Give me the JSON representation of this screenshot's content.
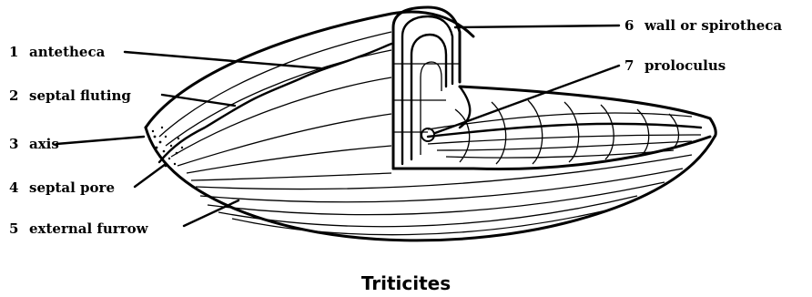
{
  "labels": {
    "l1": {
      "num": "1",
      "text": "antetheca"
    },
    "l2": {
      "num": "2",
      "text": "septal fluting"
    },
    "l3": {
      "num": "3",
      "text": "axis"
    },
    "l4": {
      "num": "4",
      "text": "septal pore"
    },
    "l5": {
      "num": "5",
      "text": "external furrow"
    },
    "l6": {
      "num": "6",
      "text": "wall or spirotheca"
    },
    "l7": {
      "num": "7",
      "text": "proloculus"
    }
  },
  "caption": "Triticites"
}
